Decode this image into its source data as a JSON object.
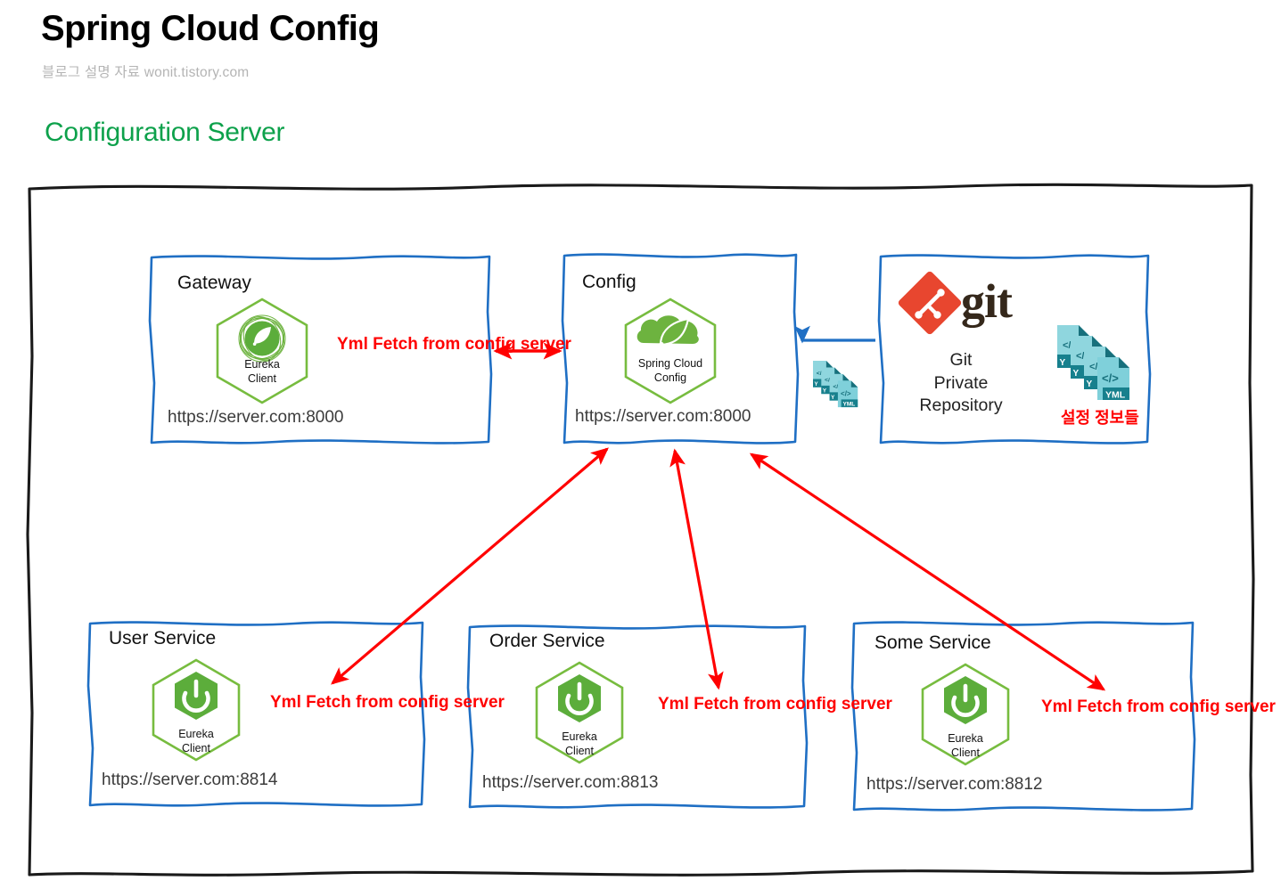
{
  "header": {
    "title": "Spring Cloud Config",
    "subtitle": "블로그 설명 자료 wonit.tistory.com",
    "section_title": "Configuration Server"
  },
  "colors": {
    "accent_green": "#0DA14B",
    "box_border_blue": "#1F6FC4",
    "arrow_red": "#FF0000",
    "arrow_blue": "#1F6FC4",
    "frame_black": "#1a1a1a",
    "spring_green": "#6DB33F",
    "hex_outline_green": "#77BC3F",
    "git_red": "#E8462F",
    "git_brown": "#35281B",
    "yml_teal_light": "#8FD6DE",
    "yml_teal_dark": "#1B8A96",
    "subtitle_gray": "#b4b4b4"
  },
  "fetch_label": "Yml Fetch from\nconfig server",
  "nodes": [
    {
      "id": "gateway",
      "title": "Gateway",
      "url": "https://server.com:8000",
      "badge_label": "Eureka\nClient",
      "badge_icon": "eureka-client-icon",
      "fetch_label": "Yml Fetch from\nconfig server"
    },
    {
      "id": "config",
      "title": "Config",
      "url": "https://server.com:8000",
      "badge_label": "Spring Cloud\nConfig",
      "badge_icon": "spring-cloud-config-icon",
      "fetch_label": ""
    },
    {
      "id": "git-repo",
      "title": "",
      "url": "",
      "logo_word": "git",
      "caption": "Git\nPrivate\nRepository",
      "files_note": "설정 정보들",
      "files_icon": "yml-file-stack-icon"
    },
    {
      "id": "user-service",
      "title": "User Service",
      "url": "https://server.com:8814",
      "badge_label": "Eureka\nClient",
      "badge_icon": "spring-boot-icon",
      "fetch_label": "Yml Fetch from\nconfig server"
    },
    {
      "id": "order-service",
      "title": "Order Service",
      "url": "https://server.com:8813",
      "badge_label": "Eureka\nClient",
      "badge_icon": "spring-boot-icon",
      "fetch_label": "Yml Fetch from\nconfig server"
    },
    {
      "id": "some-service",
      "title": "Some Service",
      "url": "https://server.com:8812",
      "badge_label": "Eureka\nClient",
      "badge_icon": "spring-boot-icon",
      "fetch_label": "Yml Fetch from\nconfig server"
    }
  ],
  "connections": [
    {
      "id": "gateway-config",
      "from": "gateway",
      "to": "config",
      "style": "double-arrow",
      "color": "#FF0000"
    },
    {
      "id": "git-config",
      "from": "git-repo",
      "to": "config",
      "style": "single-arrow",
      "color": "#1F6FC4"
    },
    {
      "id": "user-config",
      "from": "user-service",
      "to": "config",
      "style": "double-arrow",
      "color": "#FF0000"
    },
    {
      "id": "order-config",
      "from": "order-service",
      "to": "config",
      "style": "double-arrow",
      "color": "#FF0000"
    },
    {
      "id": "some-config",
      "from": "some-service",
      "to": "config",
      "style": "double-arrow",
      "color": "#FF0000"
    }
  ]
}
